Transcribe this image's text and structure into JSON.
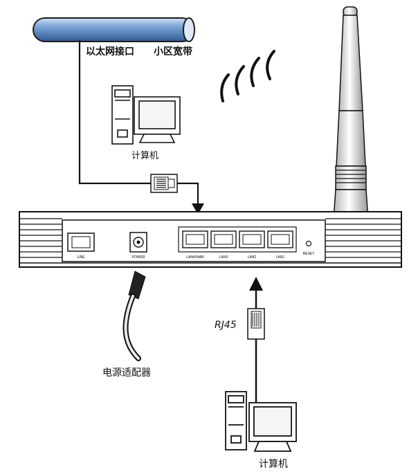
{
  "labels": {
    "ethernet_port": "以太网接口",
    "community_broadband": "小区宽带",
    "computer_top": "计算机",
    "rj45": "RJ45",
    "power_adapter": "电源适配器",
    "computer_bottom": "计算机"
  },
  "router": {
    "ports": {
      "line": "LINE",
      "power": "POWER",
      "lan_wan": "LAN4/WAN",
      "lan3": "LAN3",
      "lan2": "LAN2",
      "lan1": "LAN1",
      "reset": "RESET"
    }
  }
}
